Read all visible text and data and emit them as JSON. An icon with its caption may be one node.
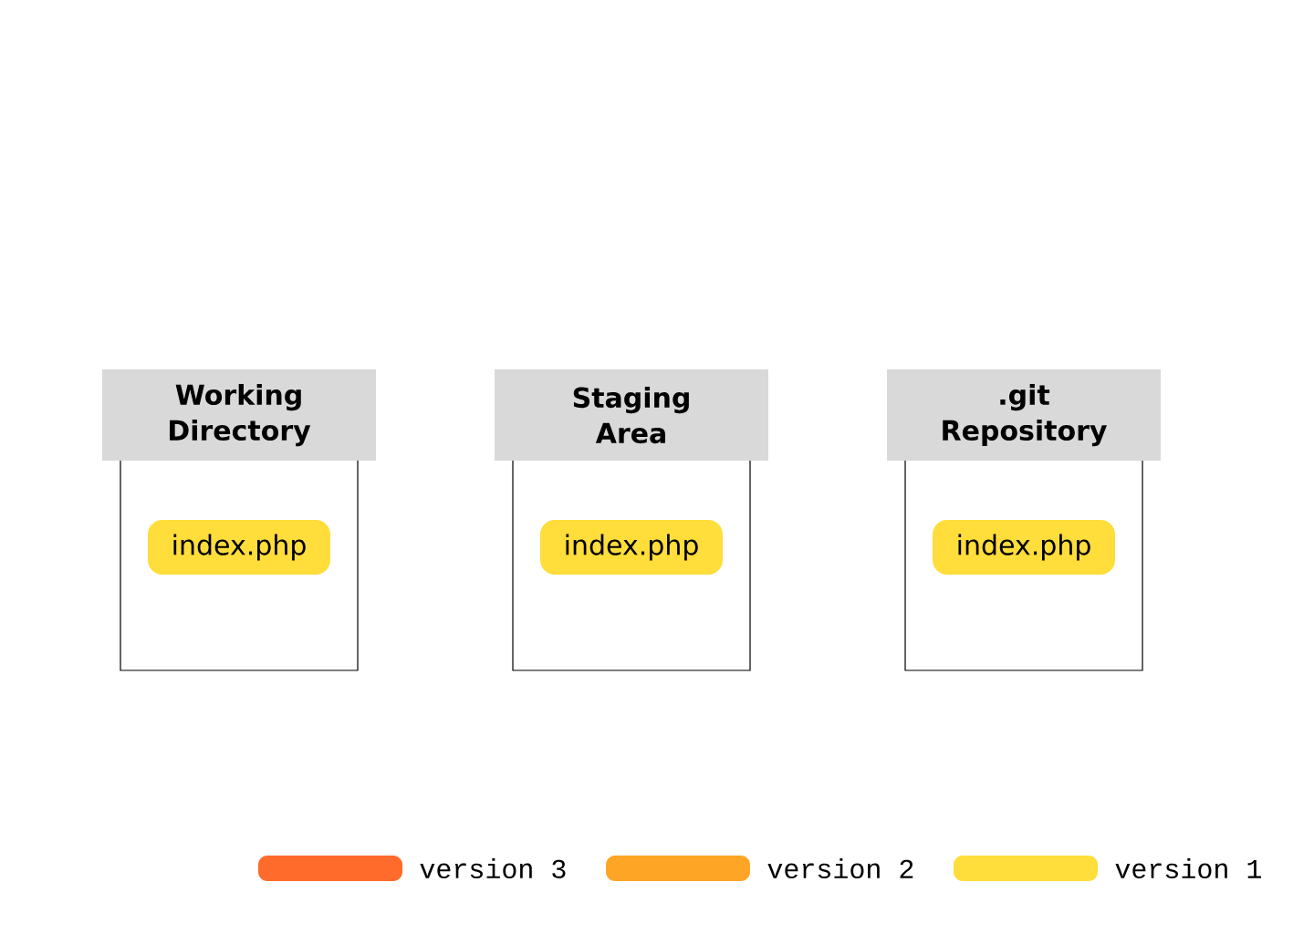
{
  "diagram": {
    "nodes": [
      {
        "text": [
          "Working Directory"
        ]
      },
      {
        "text": [
          "index.php"
        ],
        "in": 0
      },
      {
        "text": [
          "Staging Area"
        ]
      },
      {
        "text": [
          "index.php"
        ],
        "in": 2
      },
      {
        "text": [
          ".git Repository"
        ]
      },
      {
        "text": [
          "index.php"
        ],
        "in": 4
      }
    ],
    "legend": [
      {
        "text": "version 3",
        "color": "#ff6b2a"
      },
      {
        "text": "version 2",
        "color": "#ffa526"
      },
      {
        "text": "version 1",
        "color": "#ffdd3a"
      }
    ]
  }
}
